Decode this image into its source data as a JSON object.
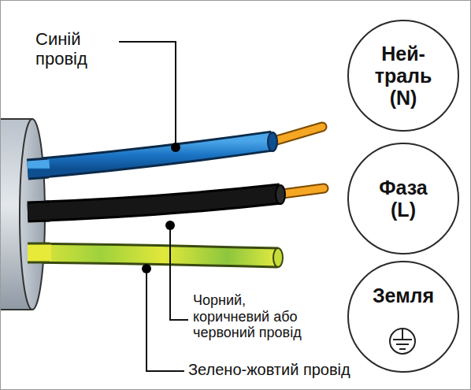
{
  "diagram": {
    "nodes": [
      {
        "text": [
          "Ней- траль (N)"
        ]
      },
      {
        "text": [
          "Фаза (L)"
        ]
      },
      {
        "text": [
          "Земля"
        ]
      }
    ],
    "labels": [
      "Синій провід",
      "Чорний, коричневий або червоний провід",
      "Зелено-жовтий провід"
    ]
  }
}
